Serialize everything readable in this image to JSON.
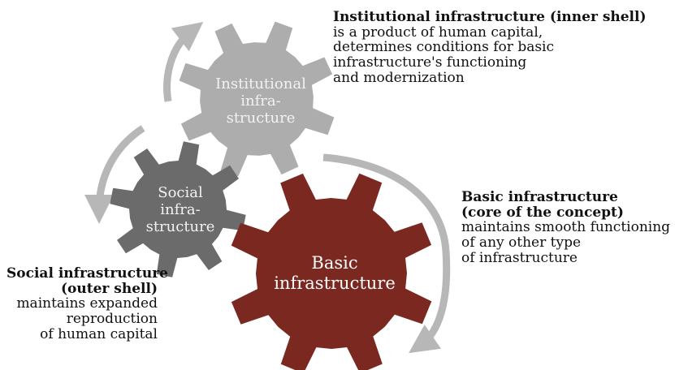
{
  "colors": {
    "institutional_gear": "#adadad",
    "social_gear": "#6b6b6b",
    "basic_gear": "#7a2820",
    "arrow": "#b7b7b7",
    "gear_text_light": "#f2f2f2",
    "gear_text_white": "#ffffff"
  },
  "gears": {
    "institutional": {
      "lines": [
        "Institutional",
        "infra-",
        "structure"
      ]
    },
    "social": {
      "lines": [
        "Social",
        "infra-",
        "structure"
      ]
    },
    "basic": {
      "lines": [
        "Basic",
        "infrastructure"
      ]
    }
  },
  "descriptions": {
    "institutional": {
      "title": "Institutional infrastructure (inner shell)",
      "lines": [
        "is a product of human capital,",
        "determines conditions for basic",
        "infrastructure's functioning",
        "and modernization"
      ]
    },
    "basic": {
      "title_lines": [
        "Basic infrastructure",
        "(core of the concept)"
      ],
      "lines": [
        "maintains smooth functioning",
        "of any other type",
        "of infrastructure"
      ]
    },
    "social": {
      "title_lines": [
        "Social infrastructure",
        "(outer shell)"
      ],
      "lines": [
        "maintains expanded",
        "reproduction",
        "of human capital"
      ]
    }
  },
  "icons": [
    "curved-arrow",
    "gear"
  ]
}
